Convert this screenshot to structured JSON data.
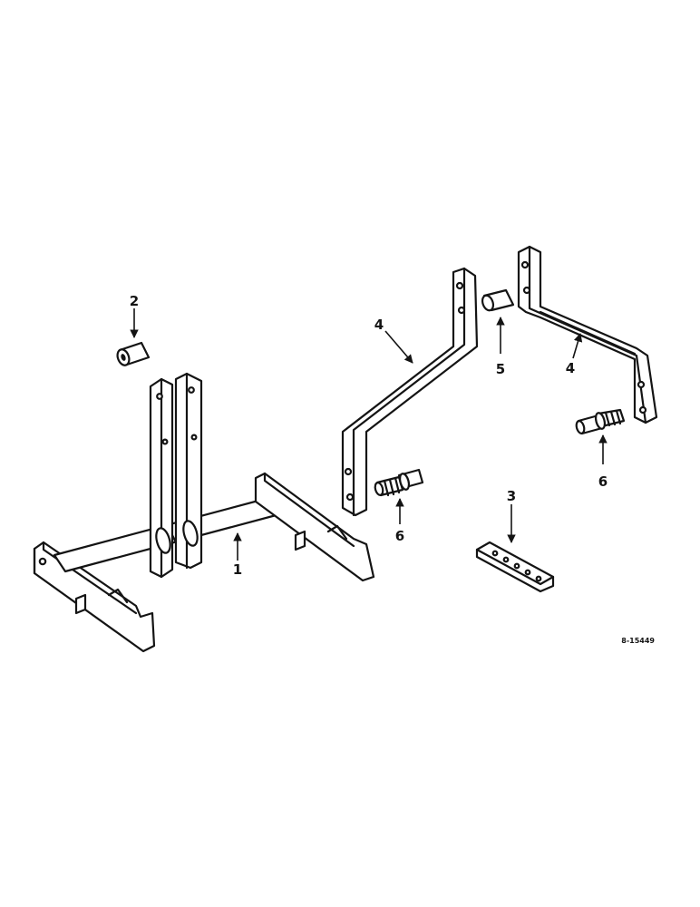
{
  "diagram": {
    "callouts": {
      "c1": "1",
      "c2": "2",
      "c3": "3",
      "c4a": "4",
      "c4b": "4",
      "c5": "5",
      "c6a": "6",
      "c6b": "6"
    },
    "reference_code": "8-15449"
  }
}
